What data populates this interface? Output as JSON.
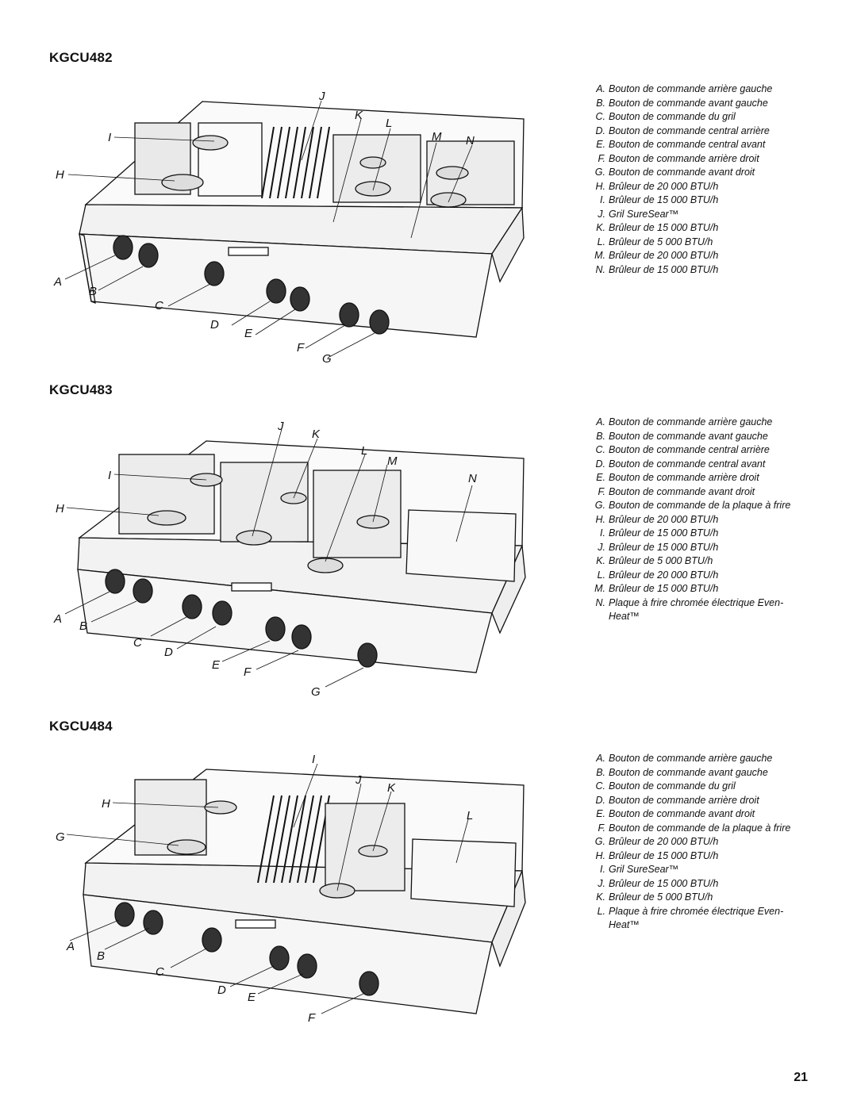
{
  "sections": [
    {
      "model": "KGCU482",
      "callouts": {
        "A": "A",
        "B": "B",
        "C": "C",
        "D": "D",
        "E": "E",
        "F": "F",
        "G": "G",
        "H": "H",
        "I": "I",
        "J": "J",
        "K": "K",
        "L": "L",
        "M": "M",
        "N": "N"
      },
      "legend": [
        {
          "key": "A.",
          "text": "Bouton de commande arrière gauche"
        },
        {
          "key": "B.",
          "text": "Bouton de commande avant gauche"
        },
        {
          "key": "C.",
          "text": "Bouton de commande du gril"
        },
        {
          "key": "D.",
          "text": "Bouton de commande central arrière"
        },
        {
          "key": "E.",
          "text": "Bouton de commande central avant"
        },
        {
          "key": "F.",
          "text": "Bouton de commande arrière droit"
        },
        {
          "key": "G.",
          "text": "Bouton de commande avant droit"
        },
        {
          "key": "H.",
          "text": "Brûleur de 20 000 BTU/h"
        },
        {
          "key": "I.",
          "text": "Brûleur de 15 000 BTU/h"
        },
        {
          "key": "J.",
          "text": "Gril SureSear™"
        },
        {
          "key": "K.",
          "text": "Brûleur de 15 000 BTU/h"
        },
        {
          "key": "L.",
          "text": "Brûleur de 5 000 BTU/h"
        },
        {
          "key": "M.",
          "text": "Brûleur de 20 000 BTU/h"
        },
        {
          "key": "N.",
          "text": "Brûleur de 15 000 BTU/h"
        }
      ]
    },
    {
      "model": "KGCU483",
      "callouts": {
        "A": "A",
        "B": "B",
        "C": "C",
        "D": "D",
        "E": "E",
        "F": "F",
        "G": "G",
        "H": "H",
        "I": "I",
        "J": "J",
        "K": "K",
        "L": "L",
        "M": "M",
        "N": "N"
      },
      "legend": [
        {
          "key": "A.",
          "text": "Bouton de commande arrière gauche"
        },
        {
          "key": "B.",
          "text": "Bouton de commande avant gauche"
        },
        {
          "key": "C.",
          "text": "Bouton de commande central arrière"
        },
        {
          "key": "D.",
          "text": "Bouton de commande central avant"
        },
        {
          "key": "E.",
          "text": "Bouton de commande arrière droit"
        },
        {
          "key": "F.",
          "text": "Bouton de commande avant droit"
        },
        {
          "key": "G.",
          "text": "Bouton de commande de la plaque à frire"
        },
        {
          "key": "H.",
          "text": "Brûleur de 20 000 BTU/h"
        },
        {
          "key": "I.",
          "text": "Brûleur de 15 000 BTU/h"
        },
        {
          "key": "J.",
          "text": "Brûleur de 15 000 BTU/h"
        },
        {
          "key": "K.",
          "text": "Brûleur de 5 000 BTU/h"
        },
        {
          "key": "L.",
          "text": "Brûleur de 20 000 BTU/h"
        },
        {
          "key": "M.",
          "text": "Brûleur de 15 000 BTU/h"
        },
        {
          "key": "N.",
          "text": "Plaque à frire chromée électrique Even-Heat™"
        }
      ]
    },
    {
      "model": "KGCU484",
      "callouts": {
        "A": "A",
        "B": "B",
        "C": "C",
        "D": "D",
        "E": "E",
        "F": "F",
        "G": "G",
        "H": "H",
        "I": "I",
        "J": "J",
        "K": "K",
        "L": "L"
      },
      "legend": [
        {
          "key": "A.",
          "text": "Bouton de commande arrière gauche"
        },
        {
          "key": "B.",
          "text": "Bouton de commande avant gauche"
        },
        {
          "key": "C.",
          "text": "Bouton de commande du gril"
        },
        {
          "key": "D.",
          "text": "Bouton de commande arrière droit"
        },
        {
          "key": "E.",
          "text": "Bouton de commande avant droit"
        },
        {
          "key": "F.",
          "text": "Bouton de commande de la plaque à frire"
        },
        {
          "key": "G.",
          "text": "Brûleur de 20 000 BTU/h"
        },
        {
          "key": "H.",
          "text": "Brûleur de 15 000 BTU/h"
        },
        {
          "key": "I.",
          "text": "Gril SureSear™"
        },
        {
          "key": "J.",
          "text": "Brûleur de 15 000 BTU/h"
        },
        {
          "key": "K.",
          "text": "Brûleur de 5 000 BTU/h"
        },
        {
          "key": "L.",
          "text": "Plaque à frire chromée électrique Even-Heat™"
        }
      ]
    }
  ],
  "page_number": "21"
}
